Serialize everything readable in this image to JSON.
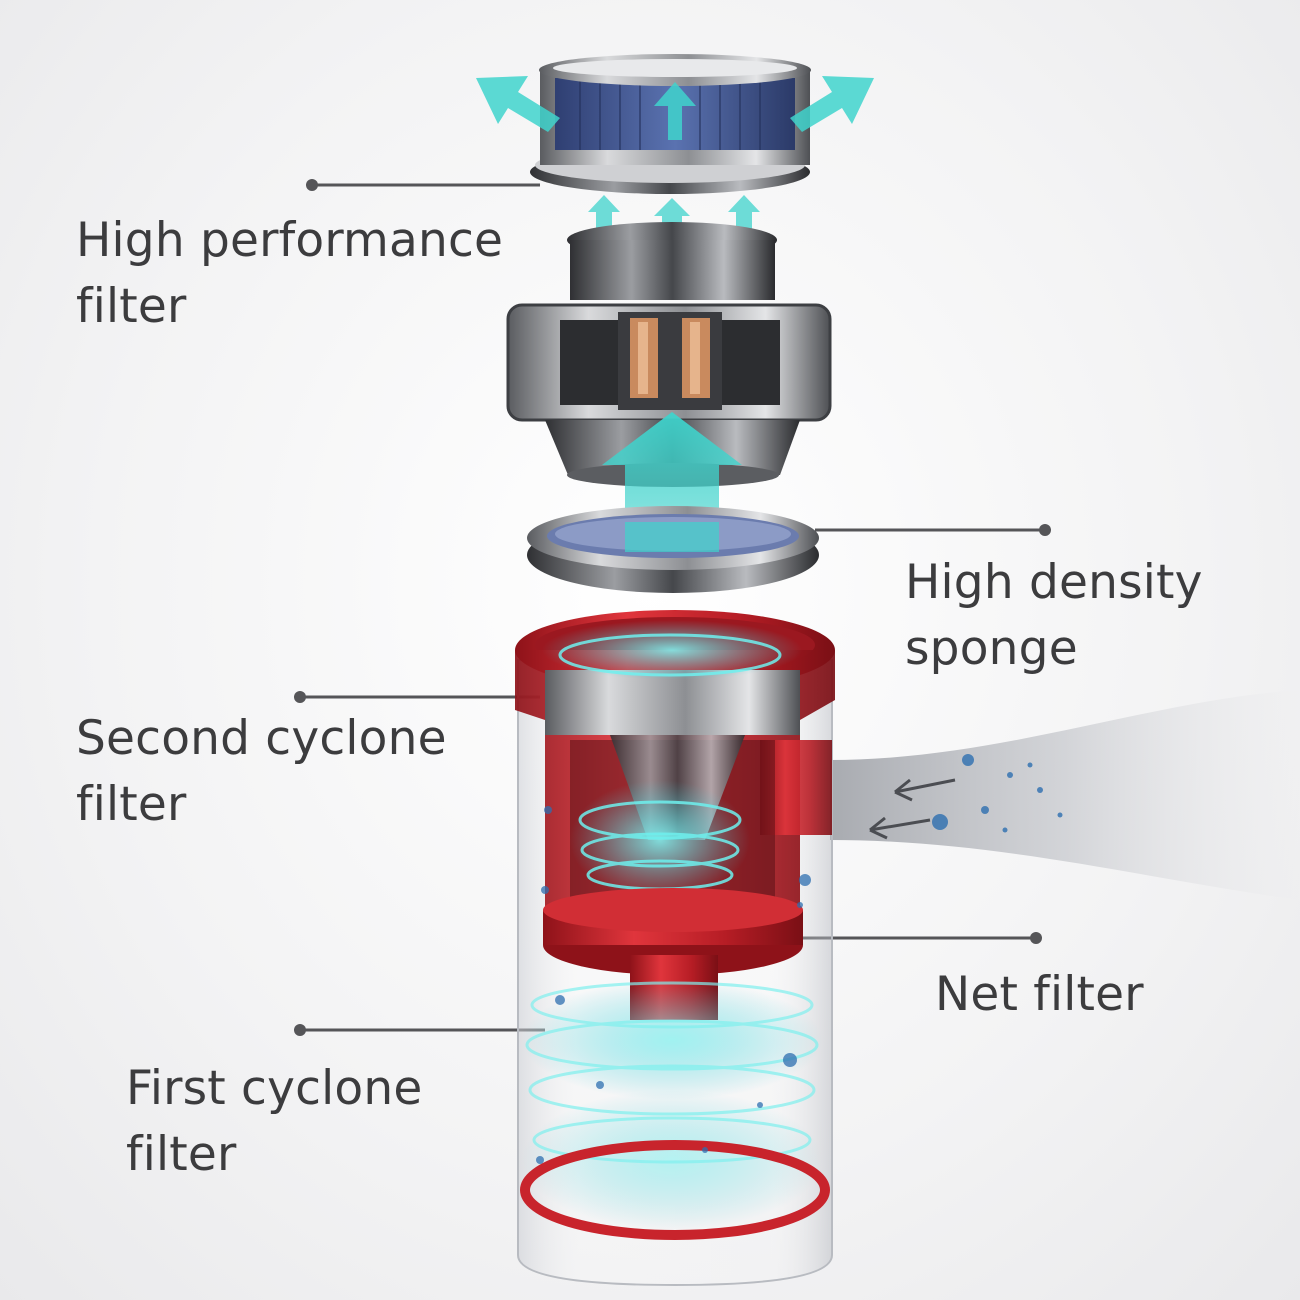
{
  "labels": {
    "high_performance_filter": {
      "line1": "High performance",
      "line2": "filter"
    },
    "high_density_sponge": {
      "line1": "High density",
      "line2": "sponge"
    },
    "second_cyclone_filter": {
      "line1": "Second cyclone",
      "line2": "filter"
    },
    "net_filter": {
      "line1": "Net filter"
    },
    "first_cyclone_filter": {
      "line1": "First cyclone",
      "line2": "filter"
    }
  },
  "colors": {
    "background": "#f3f3f4",
    "text": "#3c3c3e",
    "leader_line": "#555558",
    "airflow": "#3fd3cc",
    "dust_bin_red": "#c8242c",
    "filter_blue": "#4a5f9a",
    "metal": "#9a9ca0",
    "dust_particles": "#2e6fb0"
  }
}
